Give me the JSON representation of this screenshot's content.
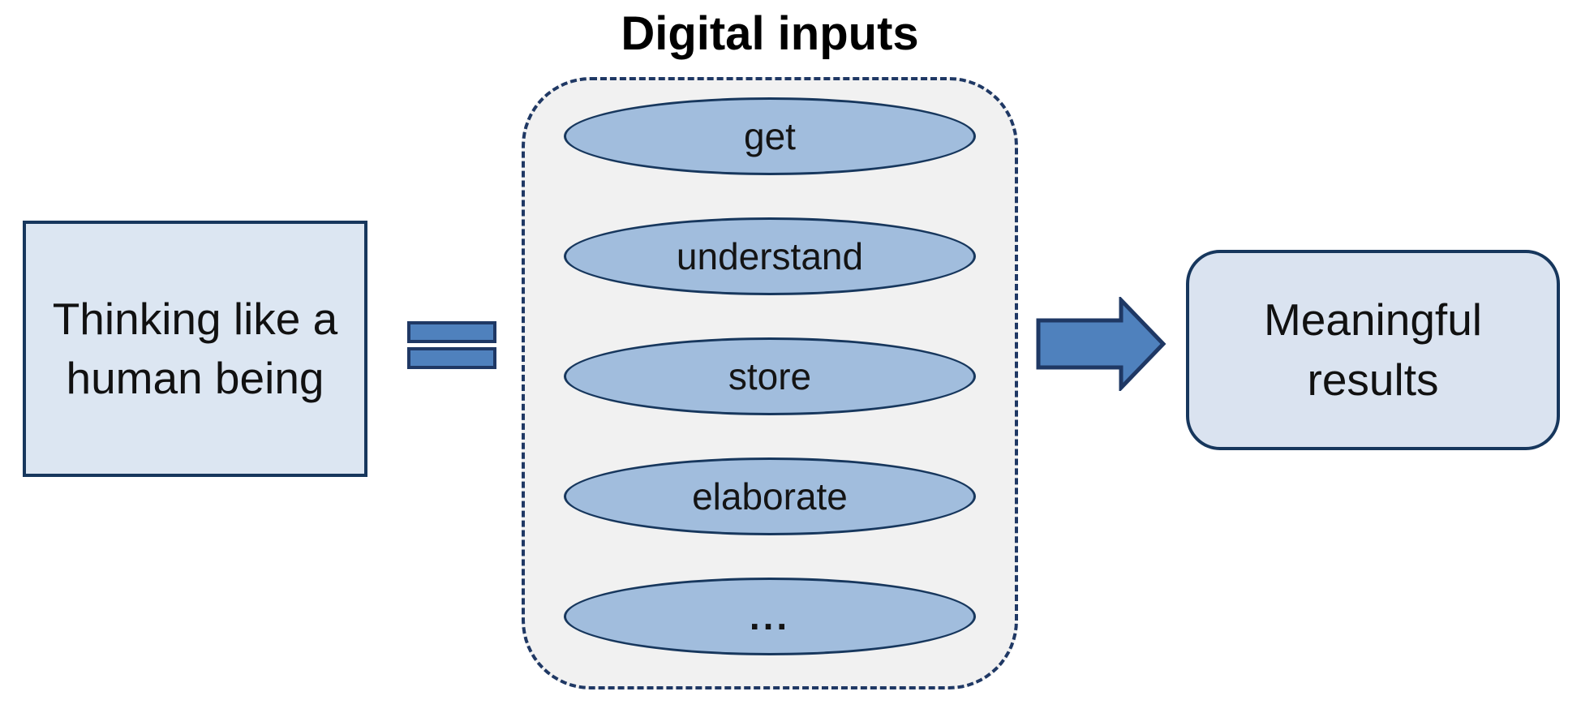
{
  "diagram": {
    "title": "Digital inputs",
    "left_box": {
      "label": "Thinking like a human being"
    },
    "relation_icon": "equals",
    "inputs": [
      {
        "label": "get"
      },
      {
        "label": "understand"
      },
      {
        "label": "store"
      },
      {
        "label": "elaborate"
      },
      {
        "label": "..."
      }
    ],
    "arrow_icon": "right-arrow",
    "right_box": {
      "label": "Meaningful results"
    },
    "colors": {
      "border": "#1f3864",
      "accent_fill": "#4f81bd",
      "ellipse_fill": "#a1bddd",
      "box_fill": "#dce6f2",
      "result_fill": "#dae3f0",
      "container_fill": "#f1f1f1"
    }
  }
}
